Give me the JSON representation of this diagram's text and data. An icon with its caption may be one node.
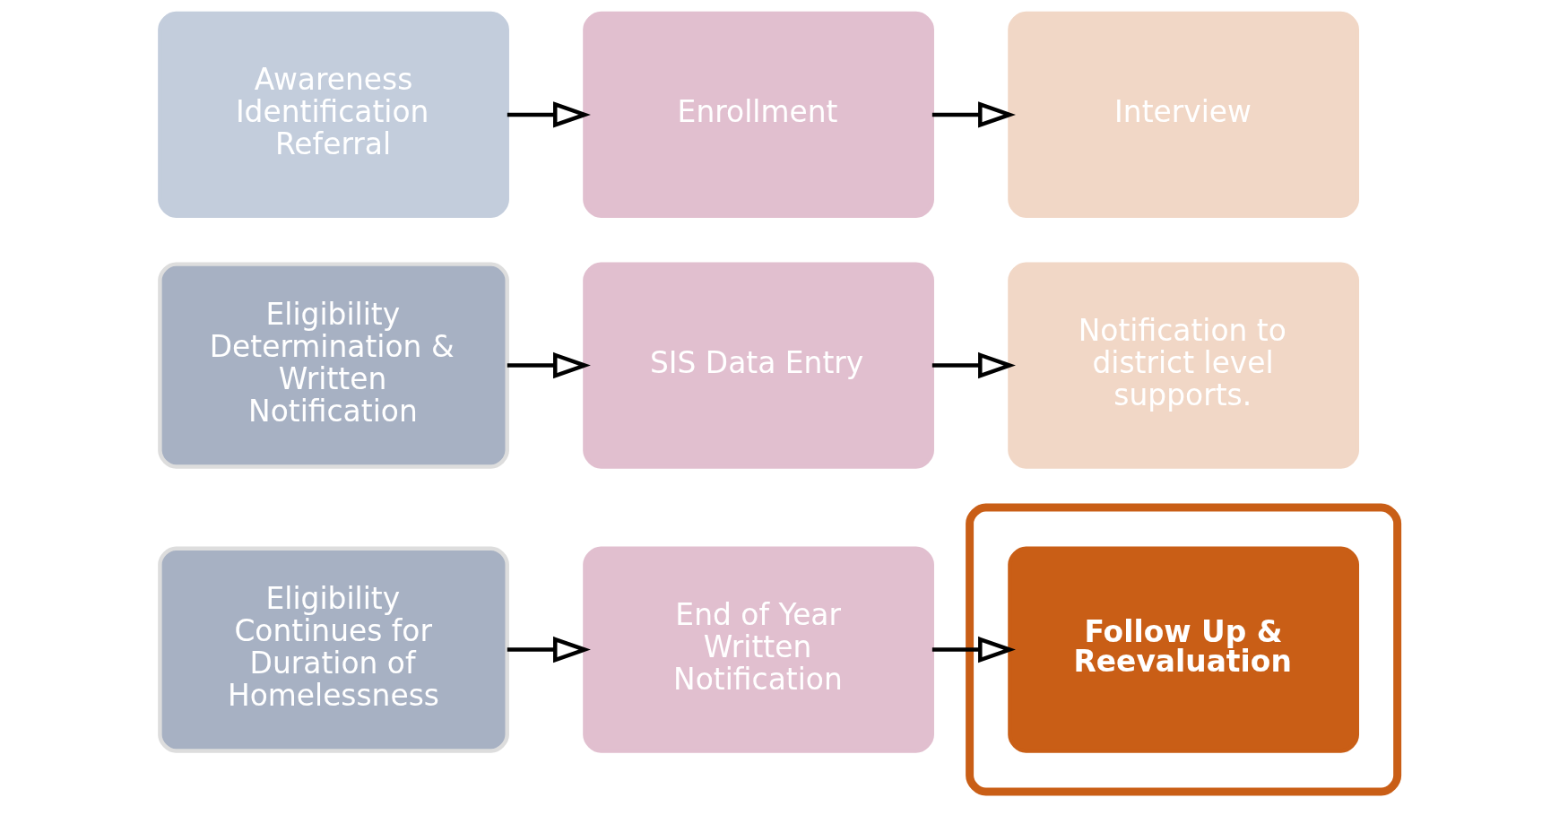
{
  "diagram": {
    "nodes": [
      {
        "text": [
          "Awareness Identification Referral"
        ]
      },
      {
        "text": [
          "Enrollment"
        ]
      },
      {
        "text": [
          "Interview"
        ]
      },
      {
        "text": [
          "Eligibility Determination & Written Notification"
        ]
      },
      {
        "text": [
          "SIS Data Entry"
        ]
      },
      {
        "text": [
          "Notification to district level supports."
        ]
      },
      {
        "text": [
          "Eligibility Continues for Duration of Homelessness"
        ]
      },
      {
        "text": [
          "End of Year Written Notification"
        ]
      },
      {
        "text": [],
        "shape": "ellipse"
      },
      {
        "text": [
          "Follow Up & Reevaluation"
        ],
        "in": 8
      }
    ],
    "edges": [
      {
        "from": 0,
        "to": 1,
        "arrow": "to"
      },
      {
        "from": 1,
        "to": 2,
        "arrow": "to"
      },
      {
        "from": 3,
        "to": 4,
        "arrow": "to"
      },
      {
        "from": 4,
        "to": 5,
        "arrow": "to"
      },
      {
        "from": 6,
        "to": 7,
        "arrow": "to"
      },
      {
        "from": 7,
        "to": 9,
        "arrow": "to"
      }
    ]
  }
}
